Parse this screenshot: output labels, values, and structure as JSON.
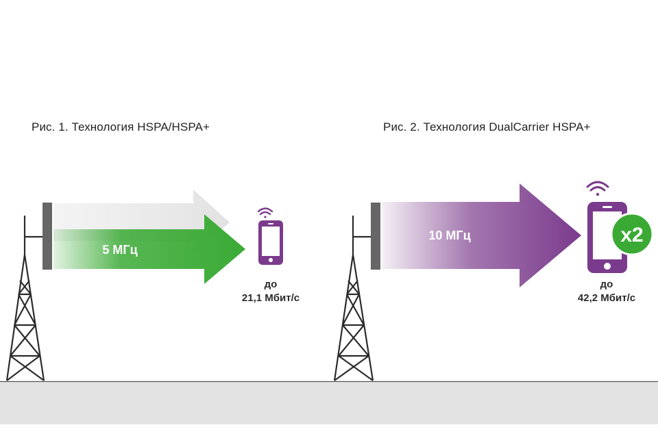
{
  "figure1": {
    "caption": "Рис. 1. Технология HSPA/HSPA+",
    "bandwidth_label": "5 МГц",
    "speed_prefix": "до",
    "speed_value": "21,1 Мбит/с"
  },
  "figure2": {
    "caption": "Рис. 2. Технология DualCarrier HSPA+",
    "bandwidth_label": "10 МГц",
    "speed_prefix": "до",
    "speed_value": "42,2 Мбит/с",
    "multiplier_badge": "x2"
  },
  "colors": {
    "green": "#3aaa35",
    "purple": "#7b3b8c",
    "ghost_arrow": "#e8e8e8",
    "ground": "#e3e3e3",
    "tower": "#2b2b2b",
    "antenna_panel": "#666666",
    "badge": "#3aaa35"
  },
  "icons": [
    "cell-tower-icon",
    "smartphone-icon",
    "wifi-signal-icon"
  ]
}
